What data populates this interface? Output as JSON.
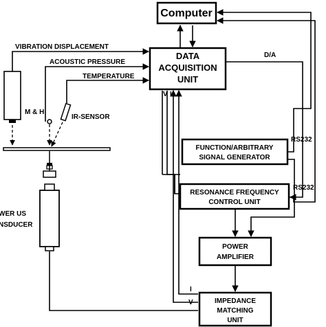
{
  "blocks": {
    "computer": "Computer",
    "daq_line1": "DATA",
    "daq_line2": "ACQUISITION",
    "daq_line3": "UNIT",
    "fgen_line1": "FUNCTION/ARBITRARY",
    "fgen_line2": "SIGNAL GENERATOR",
    "rfcu_line1": "RESONANCE FREQUENCY",
    "rfcu_line2": "CONTROL UNIT",
    "amp_line1": "POWER",
    "amp_line2": "AMPLIFIER",
    "imu_line1": "IMPEDANCE",
    "imu_line2": "MATCHING",
    "imu_line3": "UNIT"
  },
  "labels": {
    "vibration": "VIBRATION DISPLACEMENT",
    "acoustic": "ACOUSTIC PRESSURE",
    "temperature": "TEMPERATURE",
    "da": "D/A",
    "rs232_a": "RS232",
    "rs232_b": "RS232",
    "mh": "M & H",
    "ir_sensor": "IR-SENSOR",
    "transducer_line1": "WER US",
    "transducer_line2": "NSDUCER",
    "daq_v": "V",
    "daq_i": "I",
    "imu_i": "I",
    "imu_v": "V"
  }
}
